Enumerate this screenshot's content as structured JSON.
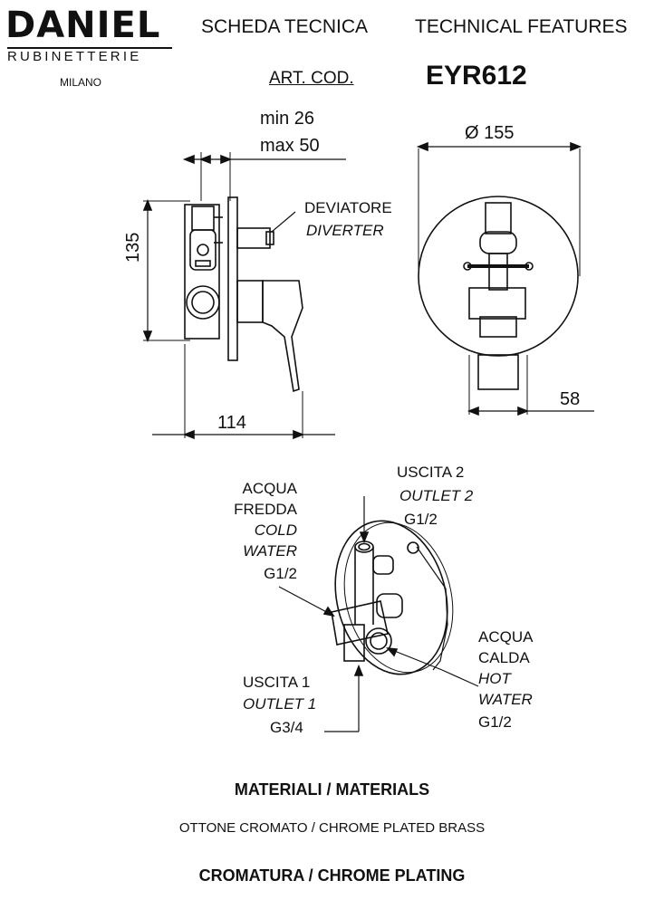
{
  "brand": {
    "name": "DANIEL",
    "sub": "RUBINETTERIE",
    "city": "MILANO"
  },
  "header": {
    "title_it": "SCHEDA TECNICA",
    "title_en": "TECHNICAL FEATURES",
    "art_label": "ART. COD.",
    "art_code": "EYR612"
  },
  "dimensions": {
    "min": "min 26",
    "max": "max 50",
    "height": "135",
    "width": "114",
    "diameter": "Ø 155",
    "depth": "58"
  },
  "labels": {
    "diverter_it": "DEVIATORE",
    "diverter_en": "DIVERTER",
    "outlet2_it": "USCITA 2",
    "outlet2_en": "OUTLET 2",
    "outlet2_size": "G1/2",
    "cold_it_1": "ACQUA",
    "cold_it_2": "FREDDA",
    "cold_en_1": "COLD",
    "cold_en_2": "WATER",
    "cold_size": "G1/2",
    "hot_it_1": "ACQUA",
    "hot_it_2": "CALDA",
    "hot_en_1": "HOT",
    "hot_en_2": "WATER",
    "hot_size": "G1/2",
    "outlet1_it": "USCITA 1",
    "outlet1_en": "OUTLET 1",
    "outlet1_size": "G3/4"
  },
  "materials": {
    "title": "MATERIALI / MATERIALS",
    "value": "OTTONE CROMATO  / CHROME PLATED BRASS",
    "plating_title": "CROMATURA / CHROME PLATING"
  }
}
